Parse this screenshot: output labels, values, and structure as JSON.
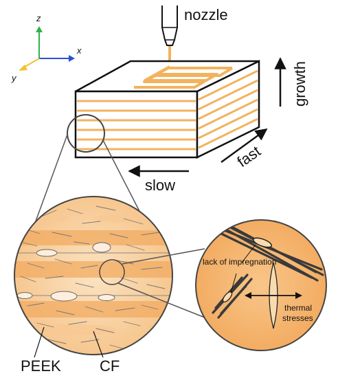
{
  "axes": {
    "z": "z",
    "x": "x",
    "y": "y"
  },
  "labels": {
    "nozzle": "nozzle",
    "growth": "growth",
    "fast": "fast",
    "slow": "slow",
    "peek": "PEEK",
    "cf": "CF",
    "lack_of_impregnation": "lack of impregnation",
    "thermal": "thermal",
    "stresses": "stresses"
  },
  "colors": {
    "filament": "#f2b35e",
    "matrix_light": "#f9dcb6",
    "matrix_dark": "#f2aa62",
    "fiber": "#444444",
    "axis_z": "#2db34a",
    "axis_x": "#2a4fd6",
    "axis_y": "#f2c12e"
  }
}
